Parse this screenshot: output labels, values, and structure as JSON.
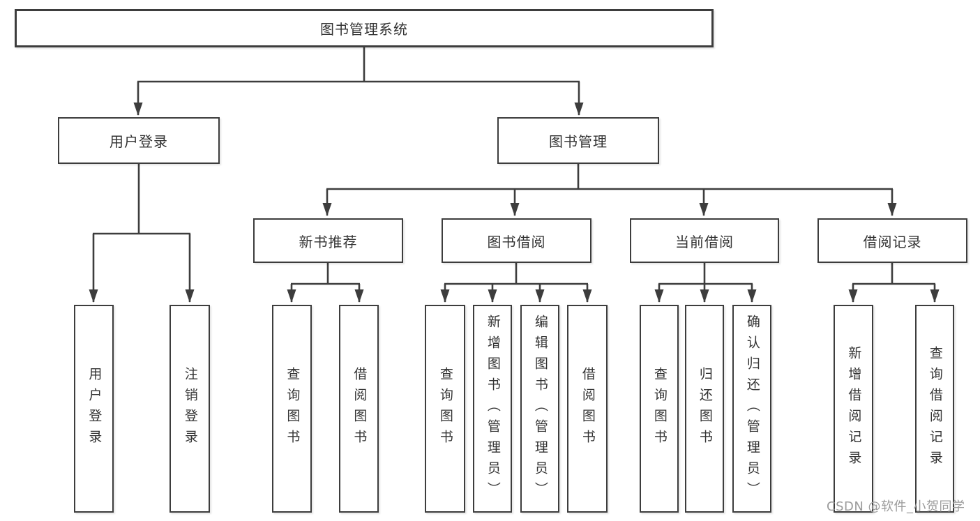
{
  "diagram_title": "图书管理系统",
  "colors": {
    "line": "#3d3d3d",
    "text": "#333333",
    "box_fill": "#ffffff",
    "watermark": "#9b9b9b"
  },
  "tree": {
    "root": {
      "label": "图书管理系统"
    },
    "branches": [
      {
        "label": "用户登录",
        "children": [
          {
            "label": "用户登录"
          },
          {
            "label": "注销登录"
          }
        ]
      },
      {
        "label": "图书管理",
        "children": [
          {
            "label": "新书推荐",
            "children": [
              {
                "label": "查询图书"
              },
              {
                "label": "借阅图书"
              }
            ]
          },
          {
            "label": "图书借阅",
            "children": [
              {
                "label": "查询图书"
              },
              {
                "label": "新增图书（管理员）"
              },
              {
                "label": "编辑图书（管理员）"
              },
              {
                "label": "借阅图书"
              }
            ]
          },
          {
            "label": "当前借阅",
            "children": [
              {
                "label": "查询图书"
              },
              {
                "label": "归还图书"
              },
              {
                "label": "确认归还（管理员）"
              }
            ]
          },
          {
            "label": "借阅记录",
            "children": [
              {
                "label": "新增借阅记录"
              },
              {
                "label": "查询借阅记录"
              }
            ]
          }
        ]
      }
    ]
  },
  "watermark": {
    "text": "CSDN @软件_小贺同学"
  }
}
